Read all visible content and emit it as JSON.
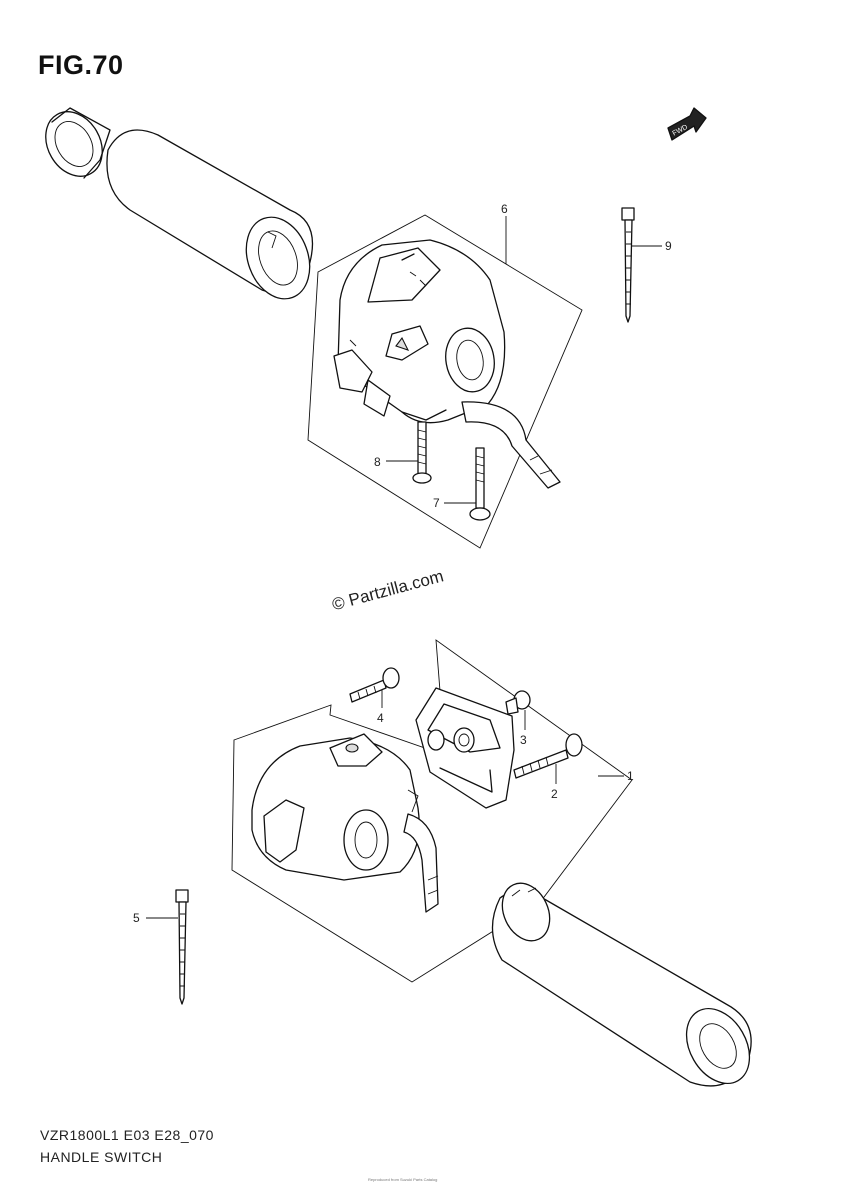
{
  "figure": {
    "title": "FIG.70",
    "watermark": "© Partzilla.com",
    "model_code": "VZR1800L1 E03 E28_070",
    "diagram_name": "HANDLE SWITCH",
    "direction_label": "FWD",
    "copyright": "Reproduced from Suzuki Parts Catalog"
  },
  "callouts": [
    {
      "id": "1",
      "label": "1"
    },
    {
      "id": "2",
      "label": "2"
    },
    {
      "id": "3",
      "label": "3"
    },
    {
      "id": "4",
      "label": "4"
    },
    {
      "id": "5",
      "label": "5"
    },
    {
      "id": "6",
      "label": "6"
    },
    {
      "id": "7",
      "label": "7"
    },
    {
      "id": "8",
      "label": "8"
    },
    {
      "id": "9",
      "label": "9"
    }
  ]
}
